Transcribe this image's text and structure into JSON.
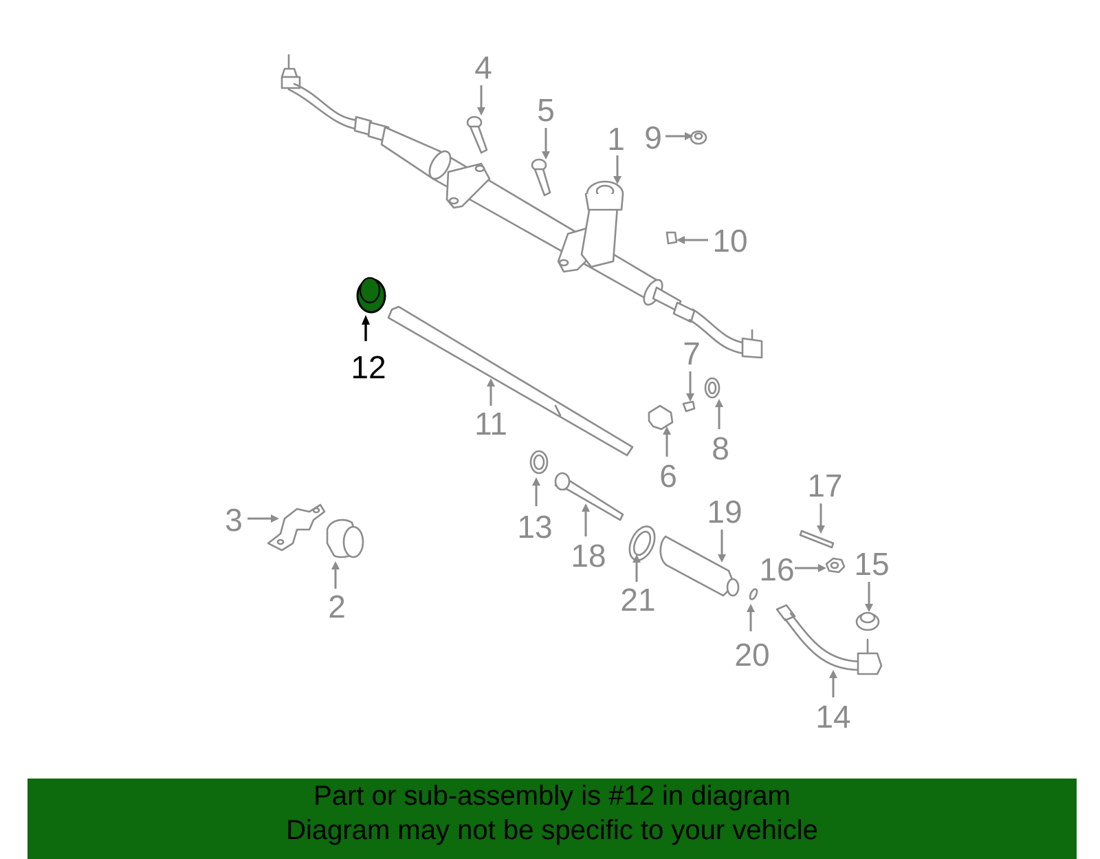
{
  "labels": {
    "1": "1",
    "2": "2",
    "3": "3",
    "4": "4",
    "5": "5",
    "6": "6",
    "7": "7",
    "8": "8",
    "9": "9",
    "10": "10",
    "11": "11",
    "12": "12",
    "13": "13",
    "14": "14",
    "15": "15",
    "16": "16",
    "17": "17",
    "18": "18",
    "19": "19",
    "20": "20",
    "21": "21"
  },
  "highlight": {
    "part": "12",
    "color": "#0d6a0d"
  },
  "banner": {
    "line1": "Part or sub-assembly is #12 in diagram",
    "line2": "Diagram may not be specific to your vehicle",
    "background": "#0d6a0d"
  }
}
